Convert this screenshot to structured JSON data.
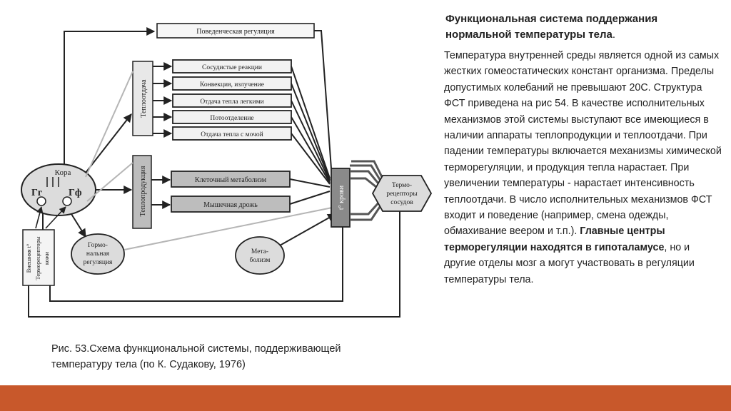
{
  "slide": {
    "title_line1": "Функциональная система поддержания",
    "title_line2": "нормальной температуры тела",
    "title_dot": ".",
    "body_plain_1": "Температура внутренней среды является одной из самых жестких гомеостатических констант организма.  Пределы допустимых колебаний не превышают 20С. Структура ФСТ приведена на рис 54.  В качестве исполнительных механизмов этой системы выступают все имеющиеся в наличии аппараты теплопродукции и теплоотдачи. При падении температуры включается механизмы химической терморегуляции,  и продукция тепла нарастает. При увеличении температуры - нарастает интенсивность теплоотдачи. В число исполнительных механизмов ФСТ входит и поведение (например, смена одежды, обмахивание веером и т.п.). ",
    "body_bold": "Главные центры терморегуляции находятся в гипоталамусе",
    "body_plain_2": ", но и другие отделы мозг а могут участвовать в регуляции температуры тела.",
    "caption_line1": "Рис. 53.Схема функциональной системы, поддерживающей",
    "caption_line2": "температуру тела (по К. Судакову, 1976)",
    "footer_color": "#c8582b"
  },
  "diagram": {
    "behavioral": "Поведенческая регуляция",
    "heat_loss_group": "Теплоотдача",
    "heat_prod_group": "Теплопродукция",
    "vascular": "Сосудистые реакции",
    "convection": "Конвекция, излучение",
    "lungs": "Отдача тепла легкими",
    "sweat": "Потоотделение",
    "urine": "Отдача тепла с мочой",
    "cell_metab": "Клеточный метаболизм",
    "shiver": "Мышечная дрожь",
    "cortex": "Кора",
    "hyp_left": "Гг",
    "hyp_right": "Гф",
    "hormonal_1": "Гормо-",
    "hormonal_2": "нальная",
    "hormonal_3": "регуляция",
    "metab_1": "Мета-",
    "metab_2": "болизм",
    "blood": "t° крови",
    "vessel_rec_1": "Термо-",
    "vessel_rec_2": "рецепторы",
    "vessel_rec_3": "сосудов",
    "skin_rec_1": "Внешняя t°",
    "skin_rec_2": "Терморецепторы",
    "skin_rec_3": "кожи"
  }
}
